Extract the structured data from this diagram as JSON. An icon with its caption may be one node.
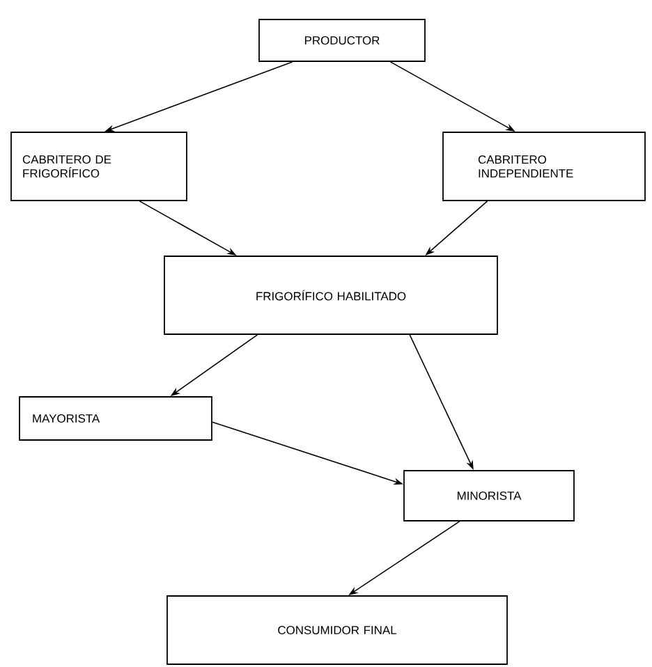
{
  "diagram": {
    "nodes": [
      {
        "text": [
          "PRODUCTOR"
        ]
      },
      {
        "text": [
          "CABRITERO DE FRIGORÍFICO"
        ]
      },
      {
        "text": [
          "CABRITERO INDEPENDIENTE"
        ]
      },
      {
        "text": [
          "FRIGORÍFICO HABILITADO"
        ]
      },
      {
        "text": [
          "MAYORISTA"
        ]
      },
      {
        "text": [
          "MINORISTA"
        ]
      },
      {
        "text": [
          "CONSUMIDOR FINAL"
        ]
      }
    ],
    "edges": [
      {
        "from": 0,
        "to": 1,
        "arrow": "to"
      },
      {
        "from": 0,
        "to": 2,
        "arrow": "to"
      },
      {
        "from": 1,
        "to": 3,
        "arrow": "to"
      },
      {
        "from": 2,
        "to": 3,
        "arrow": "to"
      },
      {
        "from": 3,
        "to": 4,
        "arrow": "to"
      },
      {
        "from": 3,
        "to": 5,
        "arrow": "to"
      },
      {
        "from": 4,
        "to": 5,
        "arrow": "to"
      },
      {
        "from": 5,
        "to": 6,
        "arrow": "to"
      }
    ]
  }
}
